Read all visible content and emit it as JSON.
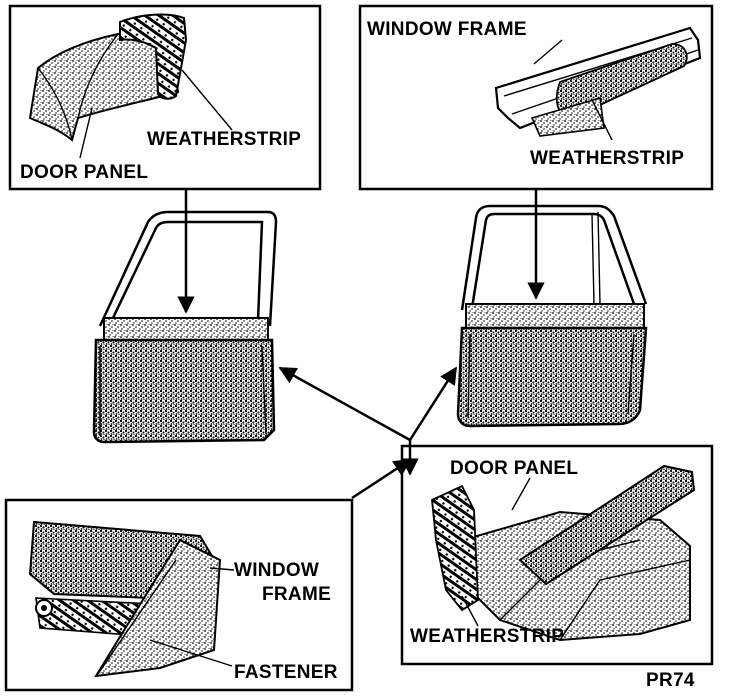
{
  "labels": {
    "tl_weatherstrip": "WEATHERSTRIP",
    "tl_door_panel": "DOOR PANEL",
    "tr_window_frame": "WINDOW FRAME",
    "tr_weatherstrip": "WEATHERSTRIP",
    "bl_window_frame_1": "WINDOW",
    "bl_window_frame_2": "FRAME",
    "bl_fastener": "FASTENER",
    "br_door_panel": "DOOR PANEL",
    "br_weatherstrip": "WEATHERSTRIP",
    "figure_code": "PR74"
  },
  "colors": {
    "ink": "#000000",
    "paper": "#ffffff"
  }
}
